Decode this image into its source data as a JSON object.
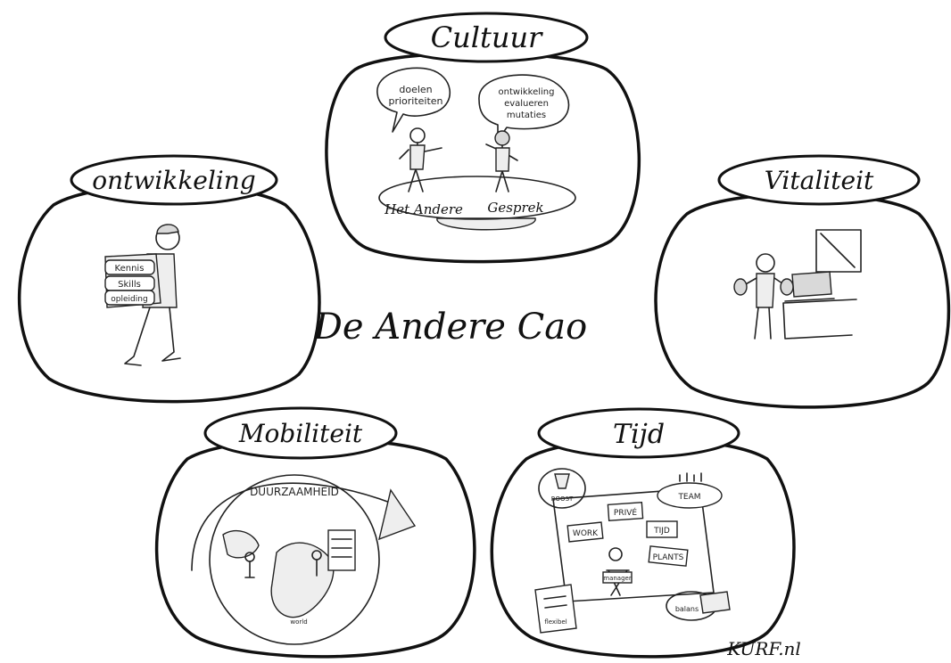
{
  "title": "De Andere Cao",
  "credit": "- KURF.nl",
  "pots": {
    "cultuur": {
      "label": "Cultuur",
      "bubble_left": [
        "doelen",
        "prioriteiten"
      ],
      "bubble_right": [
        "ontwikkeling",
        "evalueren",
        "mutaties"
      ],
      "platform_left": "Het Andere",
      "platform_right": "Gesprek"
    },
    "ontwikkeling": {
      "label": "ontwikkeling",
      "backpack_lines": [
        "Kennis",
        "Skills",
        "opleiding"
      ]
    },
    "vitaliteit": {
      "label": "Vitaliteit"
    },
    "mobiliteit": {
      "label": "Mobiliteit",
      "arc_text": "DUURZAAMHEID",
      "ground_text": "world"
    },
    "tijd": {
      "label": "Tijd",
      "notes": [
        "WORK",
        "PRIVÉ",
        "TIJD",
        "PLANTS"
      ],
      "team_label": "TEAM",
      "thought_label": "ROOST",
      "chair_label": "manager",
      "paper_label": "flexibel",
      "platform_label": "balans"
    }
  }
}
